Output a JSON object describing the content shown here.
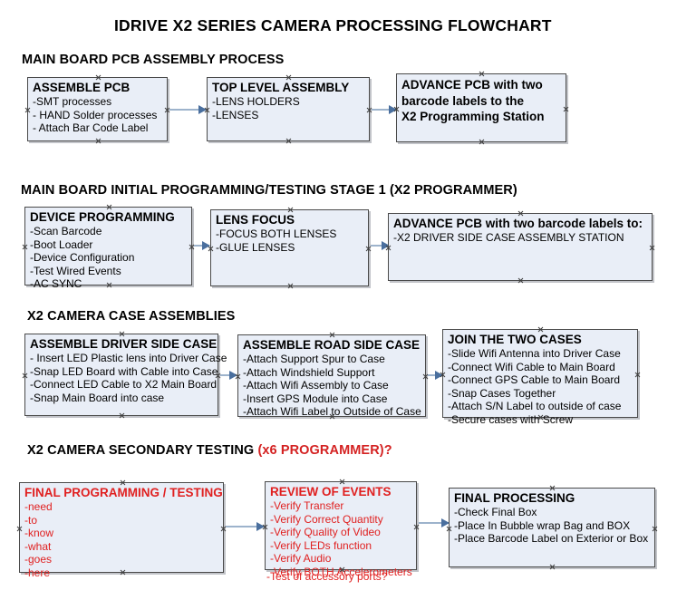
{
  "document": {
    "title": "IDRIVE X2  SERIES CAMERA PROCESSING FLOWCHART"
  },
  "colors": {
    "box_fill": "#e9eef7",
    "box_border": "#4a4a4a",
    "accent_red": "#e02020",
    "connector_line": "#9db3cc",
    "connector_head": "#4a6f9e",
    "text": "#000000"
  },
  "sections": [
    {
      "id": "main-board-pcb-assembly-process",
      "heading": "MAIN BOARD PCB ASSEMBLY PROCESS",
      "heading_accent": "",
      "boxes": [
        {
          "id": "assemble-pcb",
          "title": "ASSEMBLE PCB",
          "lines": [
            "-SMT processes",
            "- HAND Solder processes",
            "- Attach Bar Code Label"
          ]
        },
        {
          "id": "top-level-assembly",
          "title": "TOP LEVEL ASSEMBLY",
          "lines": [
            "-LENS HOLDERS",
            "-LENSES"
          ]
        },
        {
          "id": "advance-pcb-to-x2-programming-station",
          "title": "",
          "lines": [
            "ADVANCE PCB with two",
            "barcode labels to the",
            " X2 Programming Station"
          ]
        }
      ]
    },
    {
      "id": "main-board-initial-programming-testing-stage-1",
      "heading": "MAIN BOARD INITIAL PROGRAMMING/TESTING STAGE 1 (X2 PROGRAMMER)",
      "heading_accent": "",
      "boxes": [
        {
          "id": "device-programming",
          "title": "DEVICE PROGRAMMING",
          "lines": [
            "-Scan Barcode",
            "-Boot Loader",
            "-Device Configuration",
            "-Test Wired Events",
            "-AC SYNC"
          ]
        },
        {
          "id": "lens-focus",
          "title": "LENS FOCUS",
          "lines": [
            "-FOCUS BOTH LENSES",
            "-GLUE LENSES"
          ]
        },
        {
          "id": "advance-pcb-to-driver-side-case-assembly-station",
          "title": "ADVANCE PCB with two barcode labels to:",
          "lines": [
            "-X2 DRIVER  SIDE  CASE  ASSEMBLY STATION"
          ]
        }
      ]
    },
    {
      "id": "x2-camera-case-assemblies",
      "heading": "X2 CAMERA CASE ASSEMBLIES",
      "heading_accent": "",
      "boxes": [
        {
          "id": "assemble-driver-side-case",
          "title": "ASSEMBLE DRIVER SIDE CASE",
          "lines": [
            "- Insert LED Plastic lens into Driver Case",
            "-Snap LED Board with Cable into Case",
            "-Connect LED Cable to X2 Main Board",
            "-Snap Main Board into case"
          ]
        },
        {
          "id": "assemble-road-side-case",
          "title": "ASSEMBLE ROAD SIDE CASE",
          "lines": [
            "-Attach Support Spur to Case",
            "-Attach Windshield Support",
            "-Attach Wifi Assembly to Case",
            "-Insert GPS Module into Case",
            "-Attach Wifi Label to Outside of Case"
          ]
        },
        {
          "id": "join-the-two-cases",
          "title": "JOIN THE TWO CASES",
          "lines": [
            "-Slide Wifi Antenna into Driver Case",
            "-Connect Wifi Cable to Main Board",
            "-Connect GPS Cable to Main Board",
            "-Snap Cases Together",
            "-Attach S/N Label to outside of case",
            "-Secure cases with Screw"
          ]
        }
      ]
    },
    {
      "id": "x2-camera-secondary-testing",
      "heading": "X2 CAMERA SECONDARY TESTING ",
      "heading_accent": "(x6 PROGRAMMER)?",
      "boxes": [
        {
          "id": "final-programming-testing",
          "title": "FINAL PROGRAMMING / TESTING",
          "lines": [
            "-need",
            "-to",
            "-know",
            "-what",
            "-goes",
            "-here"
          ]
        },
        {
          "id": "review-of-events",
          "title": "REVIEW OF EVENTS",
          "lines": [
            "-Verify Transfer",
            "-Verify Correct Quantity",
            "-Verify Quality of Video",
            "-Verify LEDs function",
            "-Verify Audio",
            "-Verify BOTH Accelerometers"
          ],
          "overflow_line": "-Test of accessory ports?"
        },
        {
          "id": "final-processing",
          "title": "FINAL PROCESSING",
          "lines": [
            " -Check Final Box",
            "-Place In Bubble wrap Bag and BOX",
            "-Place Barcode Label on Exterior or Box"
          ]
        }
      ]
    }
  ]
}
